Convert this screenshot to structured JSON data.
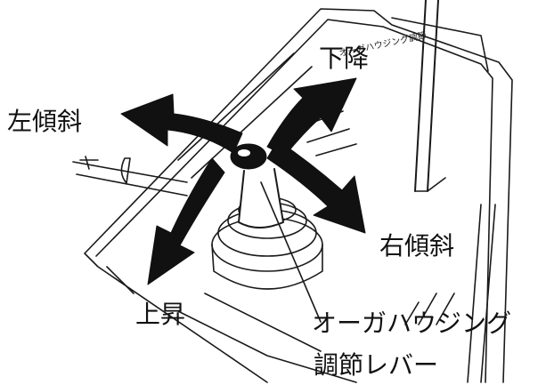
{
  "labels": {
    "down": "下降",
    "left_tilt": "左傾斜",
    "right_tilt": "右傾斜",
    "up": "上昇",
    "lever_name_line1": "オーガハウジング",
    "lever_name_line2": "調節レバー"
  },
  "panel_tag": "オーガハウジング調節",
  "colors": {
    "ink": "#111111",
    "background": "#ffffff"
  }
}
